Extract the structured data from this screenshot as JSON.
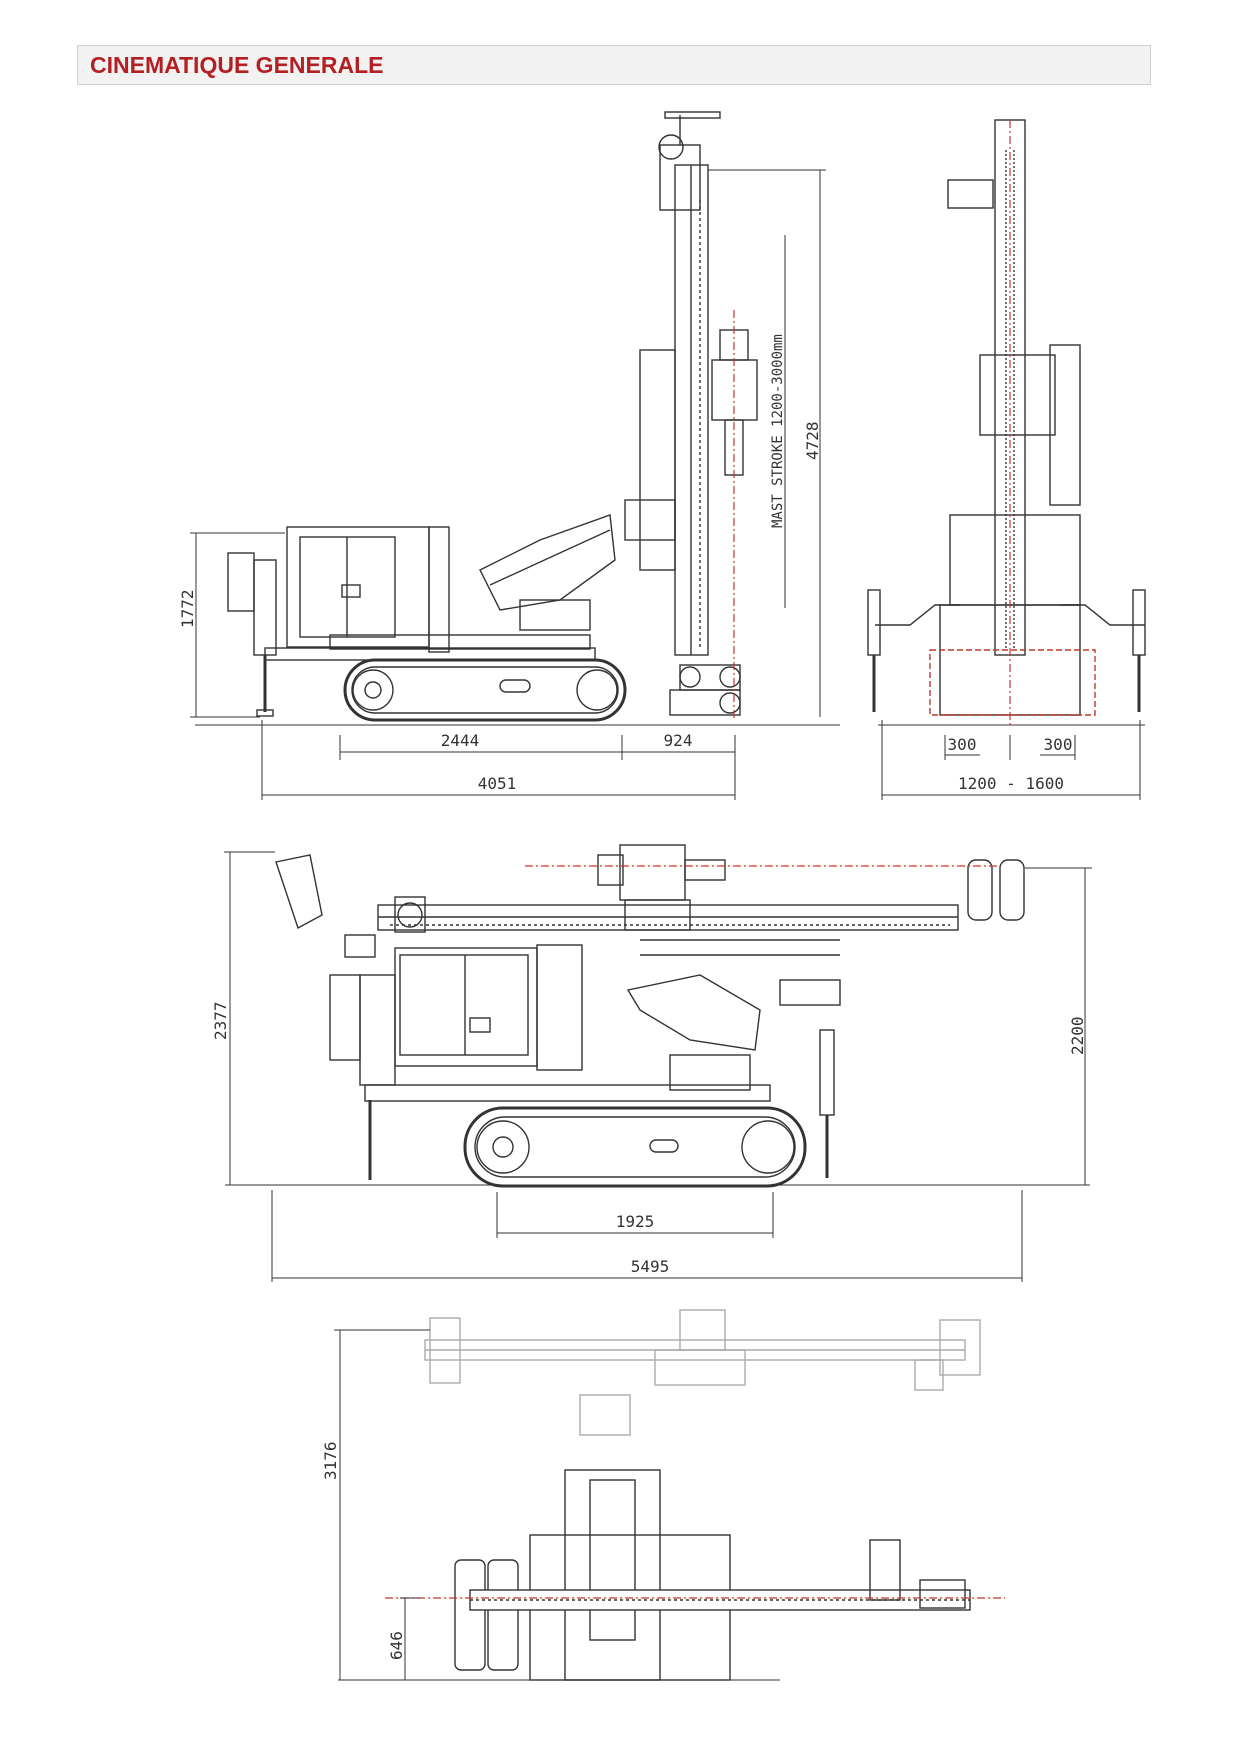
{
  "header": {
    "title": "CINEMATIQUE GENERALE"
  },
  "colors": {
    "title": "#b41f24",
    "line": "#333333",
    "axis": "#c0392b"
  },
  "views": {
    "side": {
      "height_total": "4728",
      "height_body": "1772",
      "mast_stroke": "MAST STROKE 1200-3000mm",
      "track_length": "2444",
      "mast_offset": "924",
      "overall_length": "4051"
    },
    "rear": {
      "offset_left": "300",
      "offset_right": "300",
      "width_range": "1200 - 1600"
    },
    "transport": {
      "height_left": "2377",
      "height_right": "2200",
      "track_length": "1925",
      "overall_length": "5495"
    },
    "plan": {
      "width": "3176",
      "offset": "646"
    }
  }
}
